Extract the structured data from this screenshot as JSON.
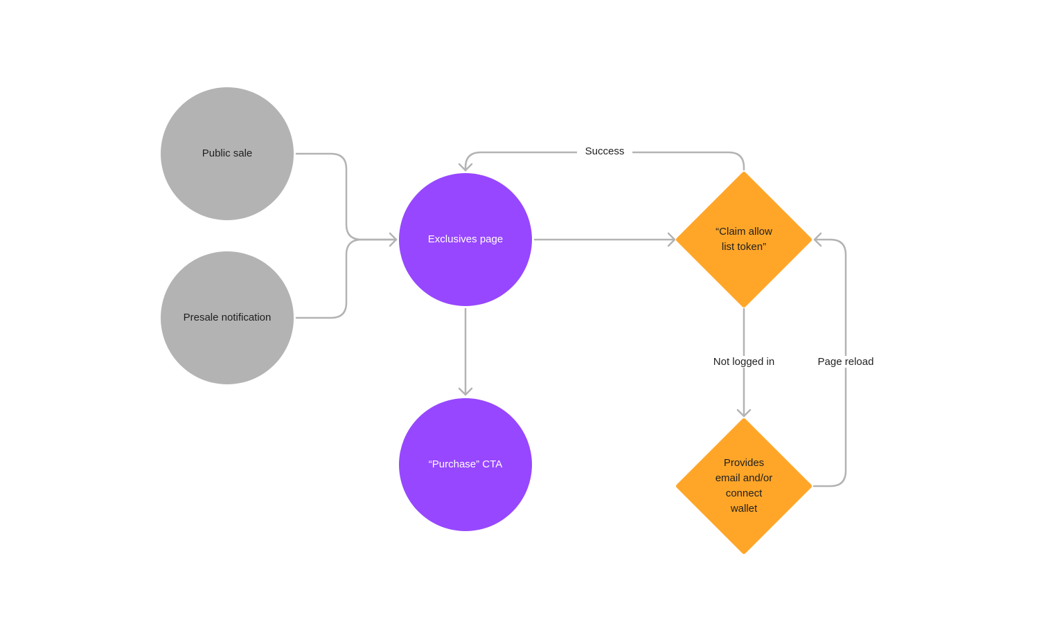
{
  "colors": {
    "gray_node": "#b3b3b3",
    "purple_node": "#9747ff",
    "orange_node": "#ffa629",
    "connector": "#b3b3b3",
    "dark_text": "#1f1f1f",
    "light_text": "#ffffff"
  },
  "nodes": {
    "public_sale": "Public sale",
    "presale_notification": "Presale notification",
    "exclusives_page": "Exclusives page",
    "purchase_cta": "“Purchase” CTA",
    "claim_token": "“Claim allow\nlist token”",
    "provides_email": "Provides\nemail and/or\nconnect\nwallet"
  },
  "edge_labels": {
    "success": "Success",
    "not_logged_in": "Not logged in",
    "page_reload": "Page reload"
  }
}
